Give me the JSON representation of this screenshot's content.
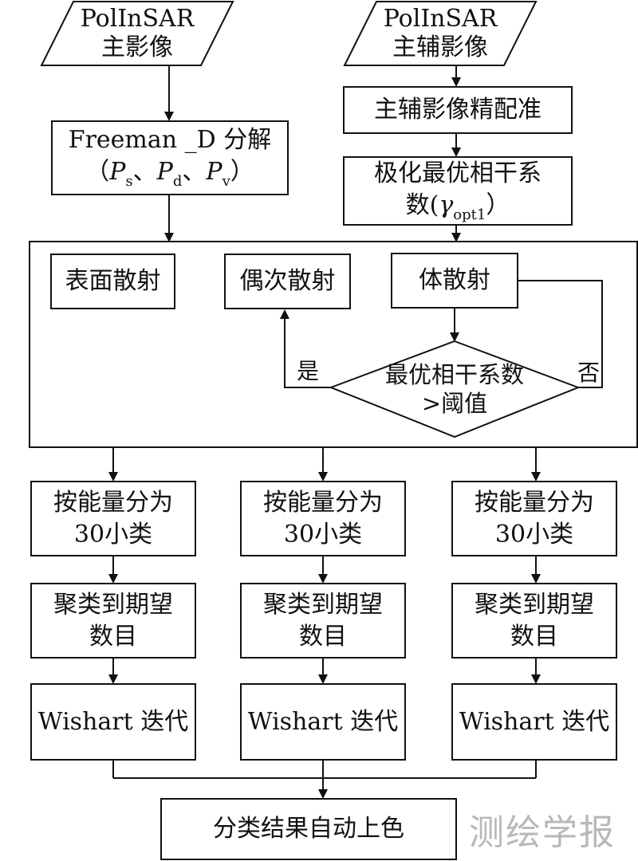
{
  "inputs": {
    "left_line1": "PolInSAR",
    "left_line2": "主影像",
    "right_line1": "PolInSAR",
    "right_line2": "主辅影像"
  },
  "left_branch": {
    "freeman_title": "Freeman _D 分解",
    "freeman_open": "（",
    "p": "P",
    "sub_s": "s",
    "sub_d": "d",
    "sub_v": "v",
    "sep": "、",
    "freeman_close": "）"
  },
  "right_branch": {
    "coreg": "主辅影像精配准",
    "coh_line1": "极化最优相干系",
    "coh_line2_prefix": "数(",
    "gamma": "γ",
    "gamma_sub": "opt1",
    "coh_line2_suffix": "）"
  },
  "scattering": {
    "surface": "表面散射",
    "double": "偶次散射",
    "volume": "体散射",
    "decision_line1": "最优相干系数",
    "decision_line2": ">阈值",
    "yes": "是",
    "no": "否"
  },
  "columns": [
    {
      "split_line1": "按能量分为",
      "split_line2": "30小类",
      "cluster_line1": "聚类到期望",
      "cluster_line2": "数目",
      "wishart": "Wishart 迭代"
    },
    {
      "split_line1": "按能量分为",
      "split_line2": "30小类",
      "cluster_line1": "聚类到期望",
      "cluster_line2": "数目",
      "wishart": "Wishart 迭代"
    },
    {
      "split_line1": "按能量分为",
      "split_line2": "30小类",
      "cluster_line1": "聚类到期望",
      "cluster_line2": "数目",
      "wishart": "Wishart 迭代"
    }
  ],
  "final": "分类结果自动上色",
  "watermark": "测绘学报"
}
